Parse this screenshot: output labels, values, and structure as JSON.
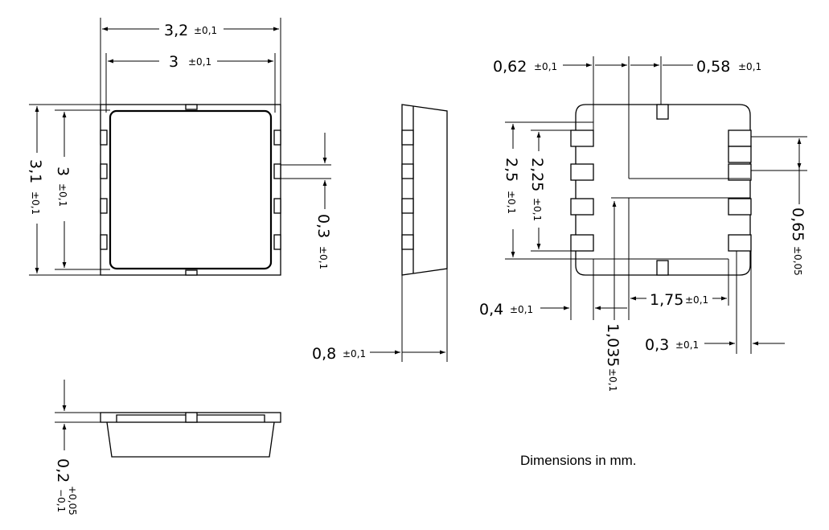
{
  "dimensions": {
    "top_width_outer": {
      "value": "3,2",
      "tol": "±0,1"
    },
    "top_width_inner": {
      "value": "3",
      "tol": "±0,1"
    },
    "left_height_outer": {
      "value": "3,1",
      "tol": "±0,1"
    },
    "left_height_inner": {
      "value": "3",
      "tol": "±0,1"
    },
    "pad_pitch": {
      "value": "0,3",
      "tol": "±0,1"
    },
    "side_height": {
      "value": "0,8",
      "tol": "±0,1"
    },
    "base_thickness": {
      "value": "0,2",
      "tol_plus": "+0,05",
      "tol_minus": "−0,1"
    },
    "fp_pad_left": {
      "value": "0,62",
      "tol": "±0,1"
    },
    "fp_pad_right": {
      "value": "0,58",
      "tol": "±0,1"
    },
    "fp_height_225": {
      "value": "2,25",
      "tol": "±0,1"
    },
    "fp_height_25": {
      "value": "2,5",
      "tol": "±0,1"
    },
    "fp_pitch_065": {
      "value": "0,65",
      "tol": "±0,05"
    },
    "fp_pad_04": {
      "value": "0,4",
      "tol": "±0,1"
    },
    "fp_span_175": {
      "value": "1,75",
      "tol": "±0,1"
    },
    "fp_offset_1035": {
      "value": "1,035",
      "tol": "±0,1"
    },
    "fp_pad_03": {
      "value": "0,3",
      "tol": "±0,1"
    }
  },
  "note": "Dimensions in mm."
}
